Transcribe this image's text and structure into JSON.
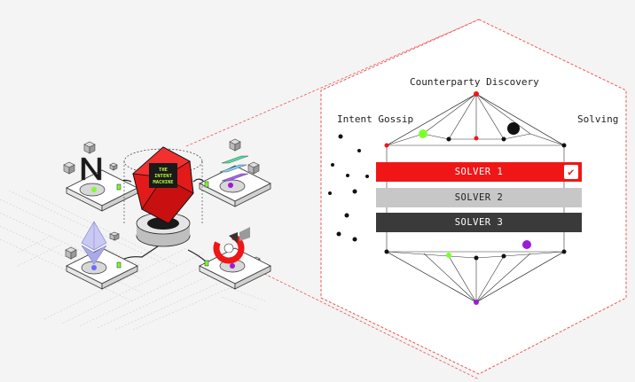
{
  "labels": {
    "counterparty_discovery": "Counterparty Discovery",
    "intent_gossip": "Intent Gossip",
    "solving": "Solving"
  },
  "solvers": [
    {
      "label": "SOLVER 1",
      "selected": true
    },
    {
      "label": "SOLVER 2",
      "selected": false
    },
    {
      "label": "SOLVER 3",
      "selected": false
    }
  ],
  "engine": {
    "line1": "THE",
    "line2": "INTENT",
    "line3": "MACHINE"
  },
  "icons": [
    "near-logo-icon",
    "solana-logo-icon",
    "ethereum-logo-icon",
    "cosmos-logo-icon",
    "checkmark-icon"
  ],
  "colors": {
    "accent": "#f01616",
    "lime": "#7cff2b",
    "purple": "#9b1bd6",
    "dark": "#1a1a1a",
    "solver2": "#c7c7c7",
    "solver3": "#3a3a3a"
  }
}
